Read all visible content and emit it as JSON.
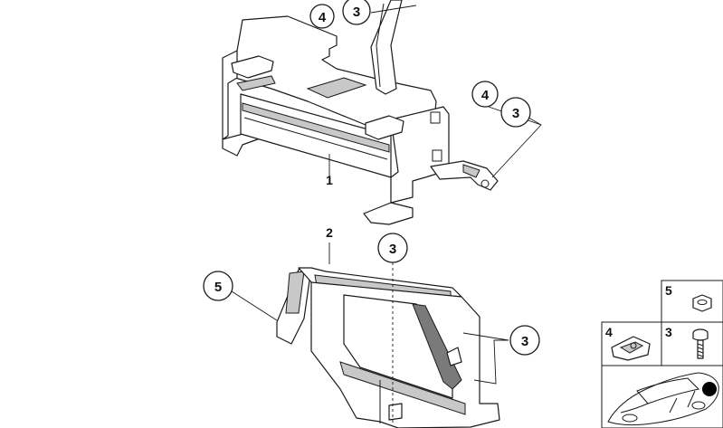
{
  "callouts": {
    "top_left_a": "4",
    "top_left_b": "3",
    "right_a": "4",
    "right_b": "3",
    "mid_top": "3",
    "mid_right": "3",
    "left": "5"
  },
  "plain_labels": {
    "bracket": "1",
    "holder": "2"
  },
  "legend": {
    "cell_5": "5",
    "cell_4": "4",
    "cell_3": "3"
  },
  "colors": {
    "line": "#1a1a1a",
    "shade": "#c8c8c8",
    "marker": "#000000"
  }
}
